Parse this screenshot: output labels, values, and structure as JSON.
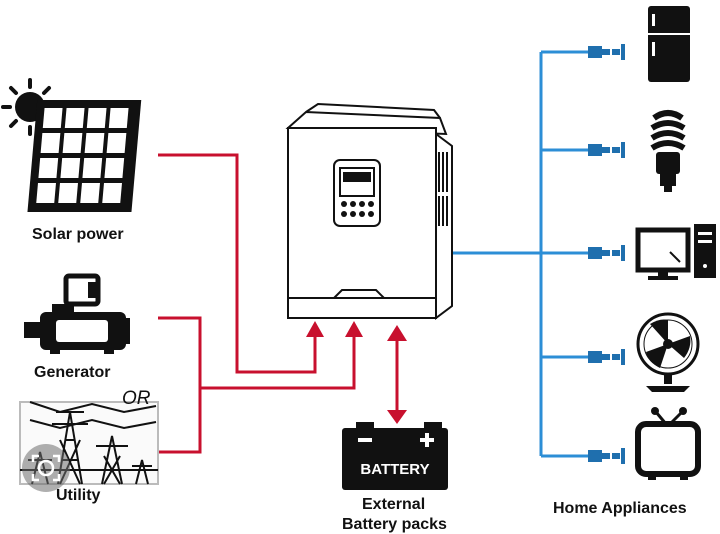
{
  "labels": {
    "solar": "Solar power",
    "generator": "Generator",
    "or": "OR",
    "utility": "Utility",
    "battery": "BATTERY",
    "external_line1": "External",
    "external_line2": "Battery packs",
    "home": "Home Appliances"
  },
  "colors": {
    "input_wire": "#c8102e",
    "output_wire": "#2c8ed6",
    "ink": "#111111"
  },
  "icons": {
    "sun": "sun-icon",
    "solar_panel": "solar-panel-icon",
    "generator": "generator-icon",
    "utility": "power-tower-icon",
    "inverter": "inverter-icon",
    "battery": "battery-icon",
    "fridge": "refrigerator-icon",
    "bulb": "light-bulb-icon",
    "computer": "computer-icon",
    "fan": "fan-icon",
    "tv": "television-icon",
    "lens": "lens-icon"
  }
}
